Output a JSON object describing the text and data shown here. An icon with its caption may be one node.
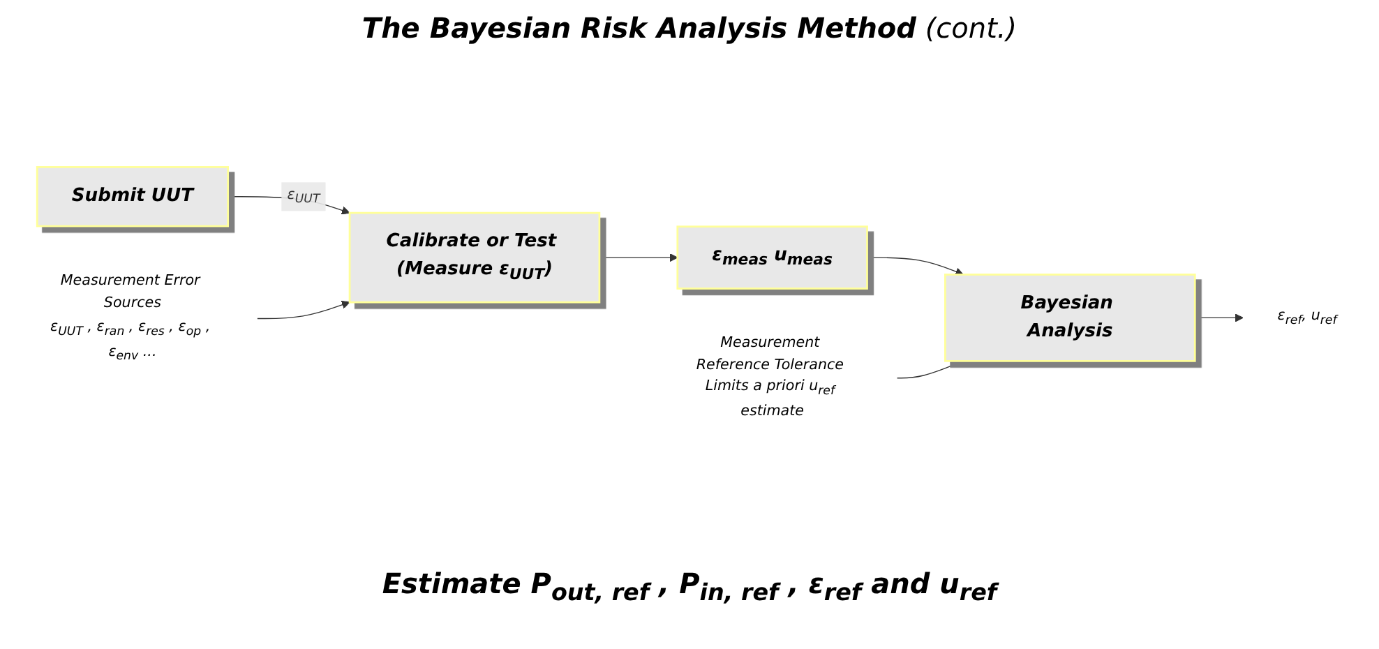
{
  "diagram": {
    "title": "**The Bayesian Risk Analysis Method** (cont.)",
    "nodes": [
      {
        "text": [
          "Submit UUT"
        ]
      },
      {
        "text": [
          "Calibrate or Test (Measure ε$_{UUT}$)"
        ]
      },
      {
        "text": [
          "ε$_{meas}$ u$_{meas}$"
        ]
      },
      {
        "text": [
          "Bayesian Analysis"
        ]
      },
      {
        "text": [
          "Measurement Error Sources",
          "ε$_{UUT}$ , ε$_{ran}$ , ε$_{res}$ , ε$_{op}$ , ε$_{env}$ ..."
        ]
      },
      {
        "text": [
          "Measurement Reference Tolerance Limits *a priori u*$_{ref}$ estimate"
        ]
      },
      {
        "text": [
          "ε$_{ref}$, u$_{ref}$"
        ]
      }
    ],
    "edges": [
      {
        "from": 0,
        "to": 1,
        "arrow": "to",
        "label": "ε$_{UUT}$"
      },
      {
        "from": 1,
        "to": 2,
        "arrow": "to"
      },
      {
        "from": 2,
        "to": 3,
        "arrow": "to"
      },
      {
        "from": 4,
        "to": 1,
        "arrow": "to"
      },
      {
        "from": 5,
        "to": 3,
        "arrow": "to"
      },
      {
        "from": 3,
        "to": 6,
        "arrow": "to"
      }
    ],
    "caption": "Estimate P$_{out, ref}$ , P$_{in, ref}$ , ε$_{ref}$  and u$_{ref}$"
  }
}
